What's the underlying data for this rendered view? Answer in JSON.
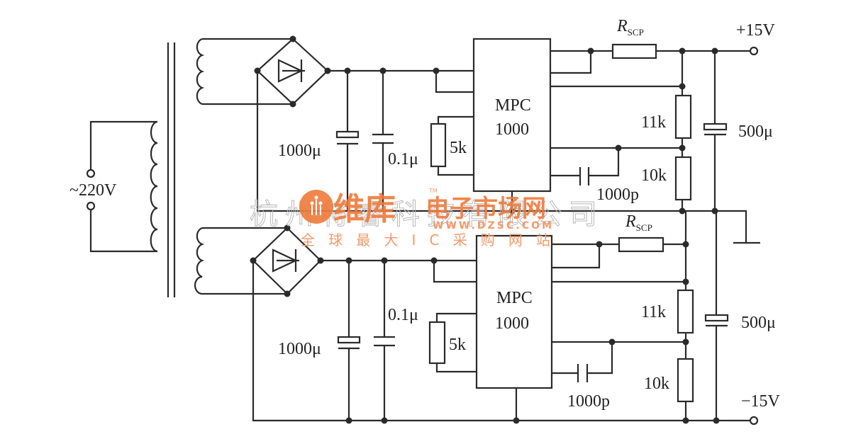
{
  "labels": {
    "input_voltage": "~220V",
    "ic_upper": [
      "MPC",
      "1000"
    ],
    "ic_lower": [
      "MPC",
      "1000"
    ],
    "rscp_upper": {
      "main": "R",
      "sub": "SCP"
    },
    "rscp_lower": {
      "main": "R",
      "sub": "SCP"
    },
    "out_pos": "+15V",
    "out_neg": "−15V",
    "upper": {
      "c_bulk": "1000μ",
      "c_bypass": "0.1μ",
      "r_5k": "5k",
      "r_11k": "11k",
      "r_10k": "10k",
      "c_comp": "1000p",
      "c_out": "500μ"
    },
    "lower": {
      "c_bulk": "1000μ",
      "c_bypass": "0.1μ",
      "r_5k": "5k",
      "r_11k": "11k",
      "r_10k": "10k",
      "c_comp": "1000p",
      "c_out": "500μ"
    }
  },
  "watermark": {
    "company": "杭州将睿科技有限公司",
    "brand": "维库",
    "brand2": "电子市场网",
    "tm": "TM",
    "url": "WWW.DZSC.COM",
    "slogan": "全 球 最 大 I C 采 购 网 站"
  }
}
